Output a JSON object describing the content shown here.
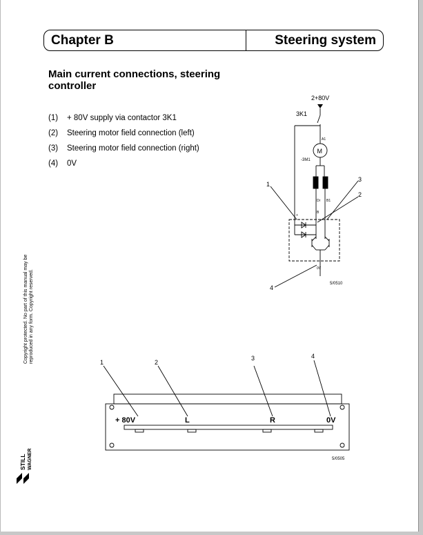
{
  "header": {
    "chapter": "Chapter B",
    "section": "Steering system"
  },
  "heading": "Main current connections, steering controller",
  "legend": [
    {
      "number": "(1)",
      "text": "+ 80V supply via contactor 3K1"
    },
    {
      "number": "(2)",
      "text": "Steering motor field connection (left)"
    },
    {
      "number": "(3)",
      "text": "Steering motor field connection (right)"
    },
    {
      "number": "(4)",
      "text": "0V"
    }
  ],
  "copyright": "Copyright protected. No part of this manual may be reproduced in any form. Copyright reserved.",
  "logo": {
    "line1": "STILL",
    "line2": "WAGNER"
  },
  "schematic": {
    "supply": "2+80V",
    "contactor": "3K1",
    "motor_symbol": "M",
    "motor_label": "-3M1",
    "terminal_a1": "A1",
    "terminal_dr": "Dr",
    "terminal_b1": "B1",
    "terminal_plus": "+",
    "terminal_b": "B",
    "terminal_0v": "0V",
    "callouts": [
      "1",
      "2",
      "3",
      "4"
    ],
    "figure_id": "5/0510"
  },
  "terminal_strip": {
    "labels": [
      "+ 80V",
      "L",
      "R",
      "0V"
    ],
    "callouts": [
      "1",
      "2",
      "3",
      "4"
    ],
    "figure_id": "5/0505"
  }
}
